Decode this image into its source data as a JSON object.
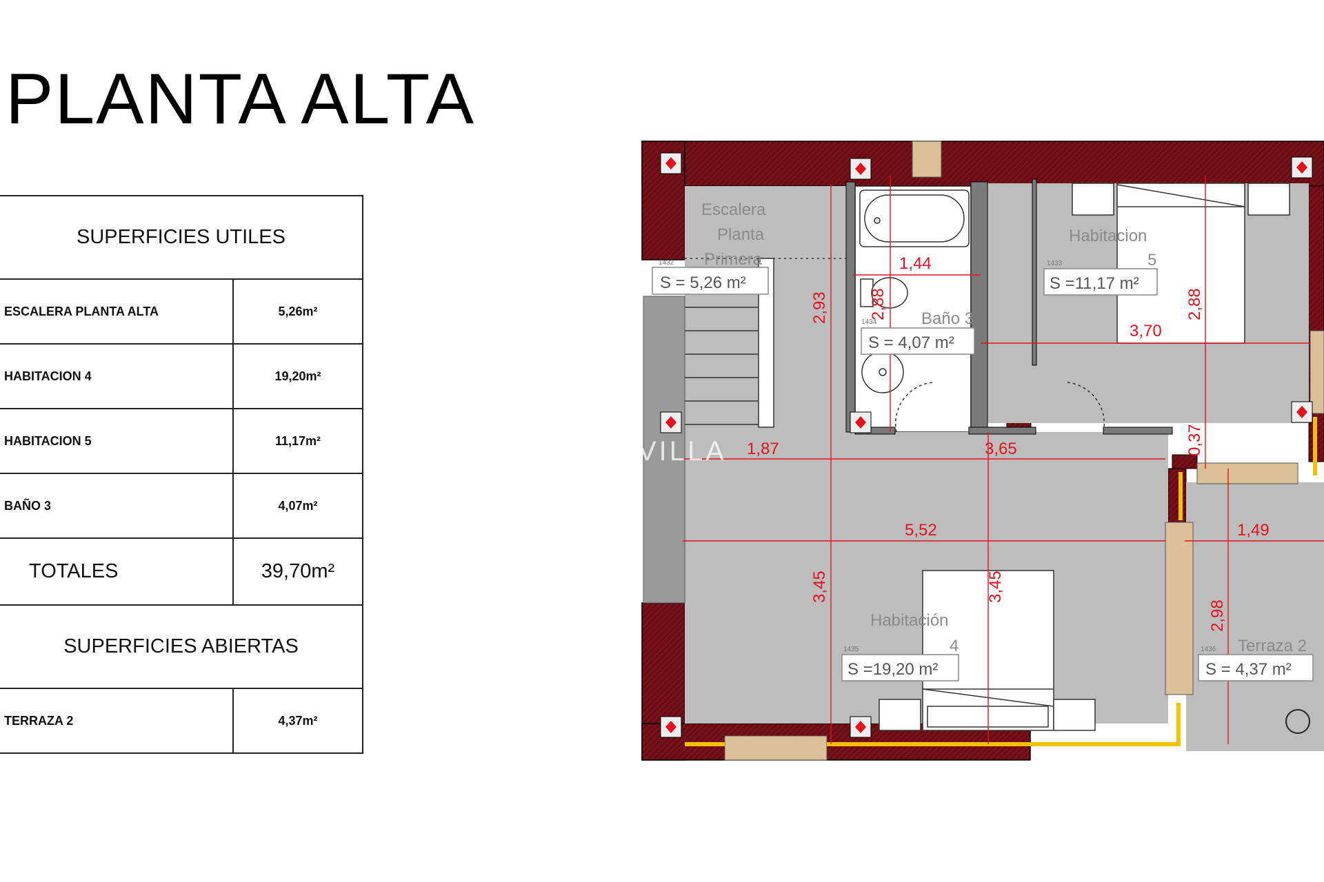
{
  "title": "PLANTA ALTA",
  "table": {
    "header_utiles": "SUPERFICIES UTILES",
    "rows": [
      {
        "label": "ESCALERA PLANTA ALTA",
        "value": "5,26m²"
      },
      {
        "label": "HABITACION 4",
        "value": "19,20m²"
      },
      {
        "label": "HABITACION 5",
        "value": "11,17m²"
      },
      {
        "label": "BAÑO 3",
        "value": "4,07m²"
      }
    ],
    "totals_label": "TOTALES",
    "totals_value": "39,70m²",
    "header_abiertas": "SUPERFICIES ABIERTAS",
    "open_rows": [
      {
        "label": "TERRAZA 2",
        "value": "4,37m²"
      }
    ]
  },
  "plan": {
    "rooms": {
      "escalera": {
        "name1": "Escalera",
        "name2": "Planta",
        "name3": "Primera",
        "area": "S = 5,26 m²"
      },
      "bano": {
        "name": "Baño 3",
        "area": "S = 4,07 m²"
      },
      "hab5": {
        "name": "Habitacion",
        "num": "5",
        "area": "S =11,17 m²"
      },
      "hab4": {
        "name": "Habitación",
        "num": "4",
        "area": "S =19,20 m²"
      },
      "terraza": {
        "name": "Terraza 2",
        "area": "S = 4,37 m²"
      }
    },
    "codes": {
      "hab4": "1435",
      "terraza": "1436",
      "bano": "1434",
      "hab5": "1433",
      "escalera": "1432"
    },
    "dimensions": {
      "d_144": "1,44",
      "d_293": "2,93",
      "d_288_bath": "2,88",
      "d_370": "3,70",
      "d_288": "2,88",
      "d_187": "1,87",
      "d_365": "3,65",
      "d_037": "0,37",
      "d_552": "5,52",
      "d_149": "1,49",
      "d_345_a": "3,45",
      "d_345_b": "3,45",
      "d_298": "2,98"
    },
    "watermark": "VILLA",
    "colors": {
      "wall": "#6a0d14",
      "floor": "#bdbdbd",
      "dimension": "#e4121e",
      "balcony": "#f2c200",
      "door": "#dcc098"
    }
  }
}
